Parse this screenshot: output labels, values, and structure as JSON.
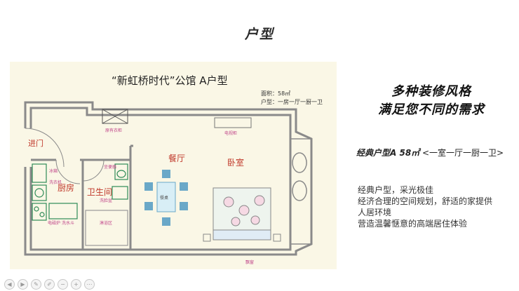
{
  "slide": {
    "title": "户型",
    "slogan_line1": "多种装修风格",
    "slogan_line2": "满足您不同的需求",
    "type_label": "经典户型A 58㎡",
    "type_detail": "<一室一厅一厨一卫>",
    "desc_lines": [
      "经典户型，采光极佳",
      "经济合理的空间规划，舒适的家提供",
      "人居环境",
      "营造温馨惬意的高端居住体验"
    ]
  },
  "plan": {
    "title": "“新虹桥时代”公馆   A户型",
    "area": "面积：58㎡",
    "layout": "户型：一房一厅一厨一卫",
    "rooms": {
      "entrance": "进门",
      "kitchen": "厨房",
      "bathroom": "卫生间",
      "dining": "餐厅",
      "bedroom": "卧室"
    },
    "small_labels": {
      "cabinet": "原有衣柜",
      "tv_cabinet": "电视柜",
      "fridge": "冰箱",
      "washer": "洗衣机",
      "stove": "电磁炉",
      "sink": "洗水斗",
      "toilet": "坐便器",
      "basin": "洗脸盆",
      "shower": "淋浴区",
      "dining_table": "餐桌",
      "window": "飘窗"
    }
  },
  "toolbar": {
    "icons": [
      "prev-icon",
      "next-icon",
      "edit-icon",
      "pen-icon",
      "zoom-out-icon",
      "zoom-in-icon",
      "menu-icon"
    ]
  },
  "colors": {
    "wall": "#8a8a8a",
    "room_label": "#c0392b",
    "fixture_green": "#2e8b57",
    "table_blue": "#6aa8c8",
    "label_pink": "#c0468a",
    "panel_bg": "#faf7e6"
  }
}
